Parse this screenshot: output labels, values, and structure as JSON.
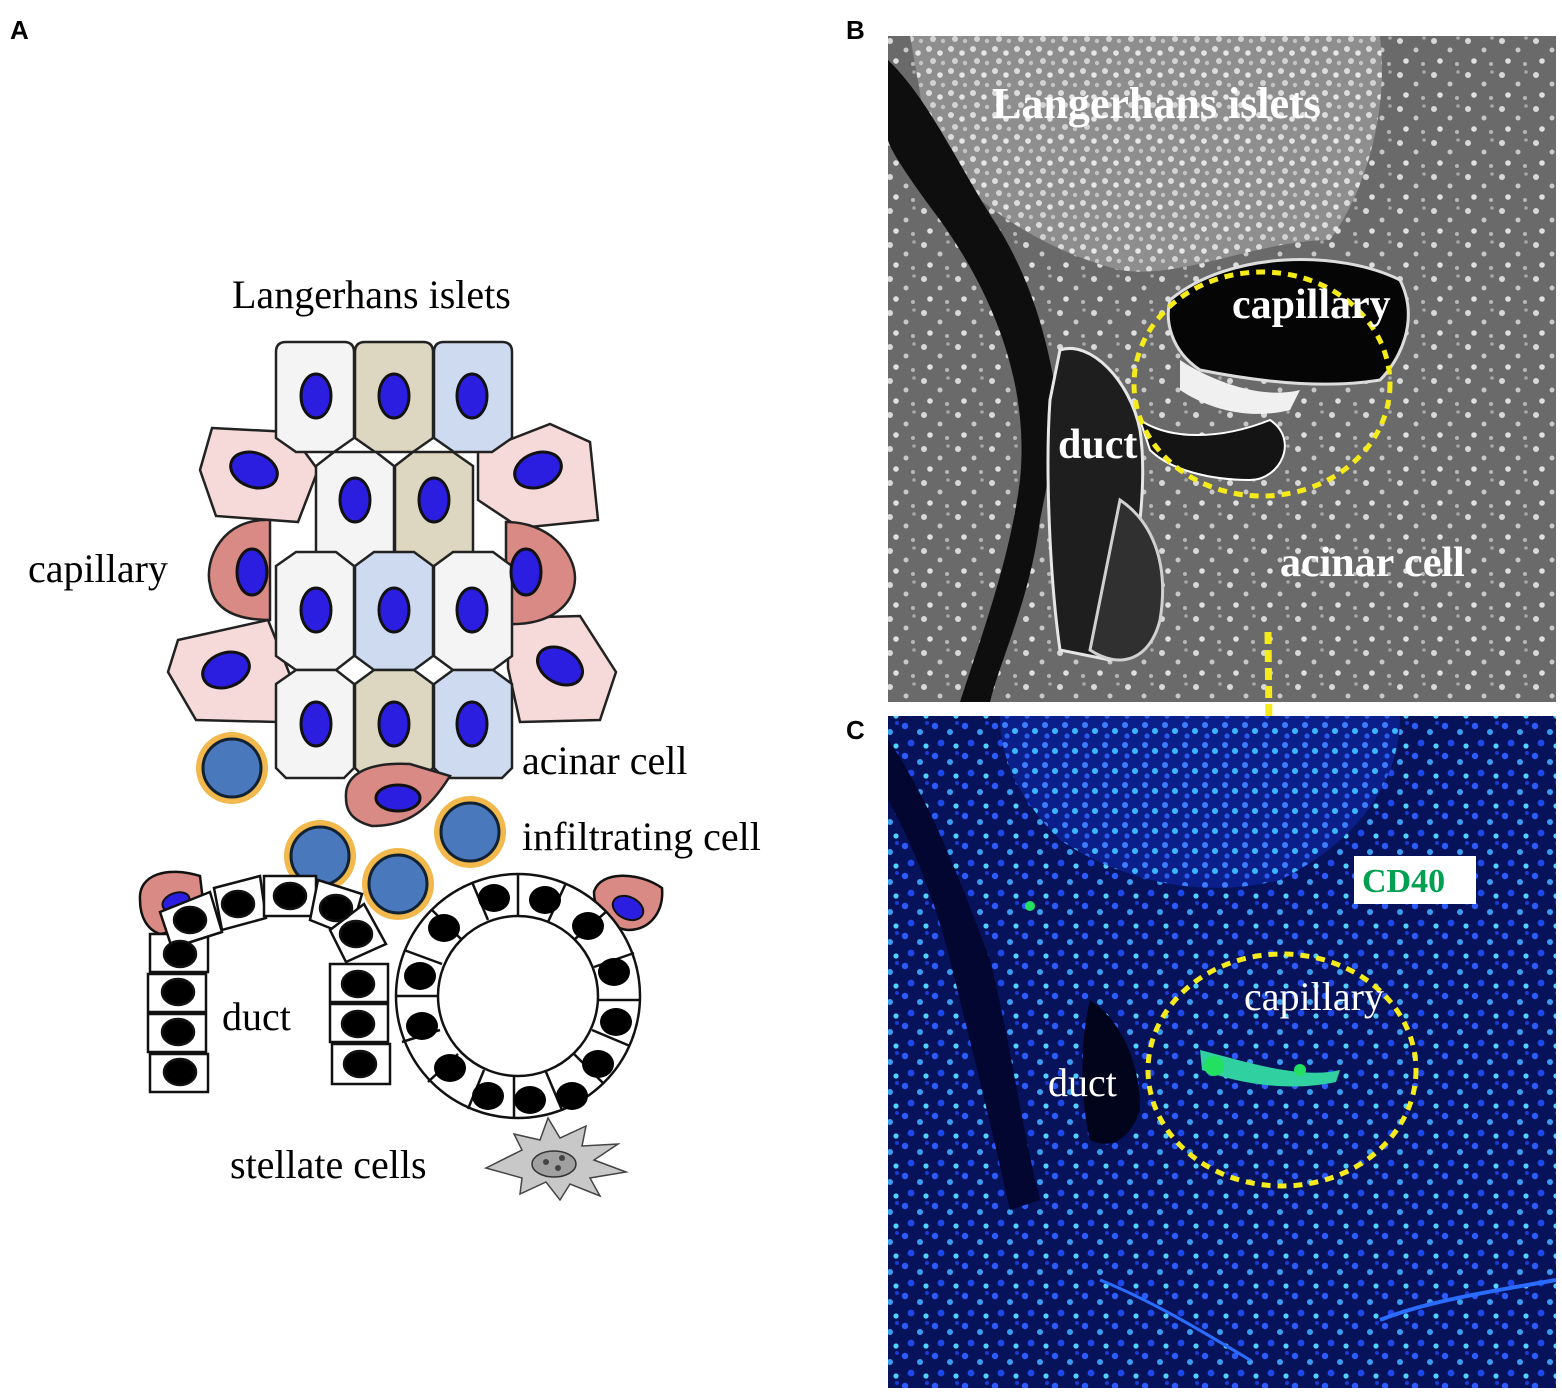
{
  "panels": {
    "a": {
      "letter": "A",
      "labels": {
        "islets": "Langerhans  islets",
        "capillary": "capillary",
        "acinar": "acinar  cell",
        "infiltrating": "infiltrating  cell",
        "duct": "duct",
        "stellate": "stellate cells"
      }
    },
    "b": {
      "letter": "B",
      "labels": {
        "islets": "Langerhans islets",
        "capillary": "capillary",
        "duct": "duct",
        "acinar": "acinar cell"
      }
    },
    "c": {
      "letter": "C",
      "labels": {
        "marker": "CD40",
        "capillary": "capillary",
        "duct": "duct"
      }
    }
  },
  "colors": {
    "nucleus": "#2b1ee0",
    "islet_white": "#f4f4f4",
    "islet_tan": "#ddd6c1",
    "islet_blue": "#cddaf0",
    "acinar_light": "#f6dada",
    "capillary_cell": "#d98a84",
    "infiltrating_fill": "#4a78bd",
    "infiltrating_ring": "#f2b84b",
    "dotted_circle": "#f5ea1a",
    "cd40_text": "#00a050"
  }
}
